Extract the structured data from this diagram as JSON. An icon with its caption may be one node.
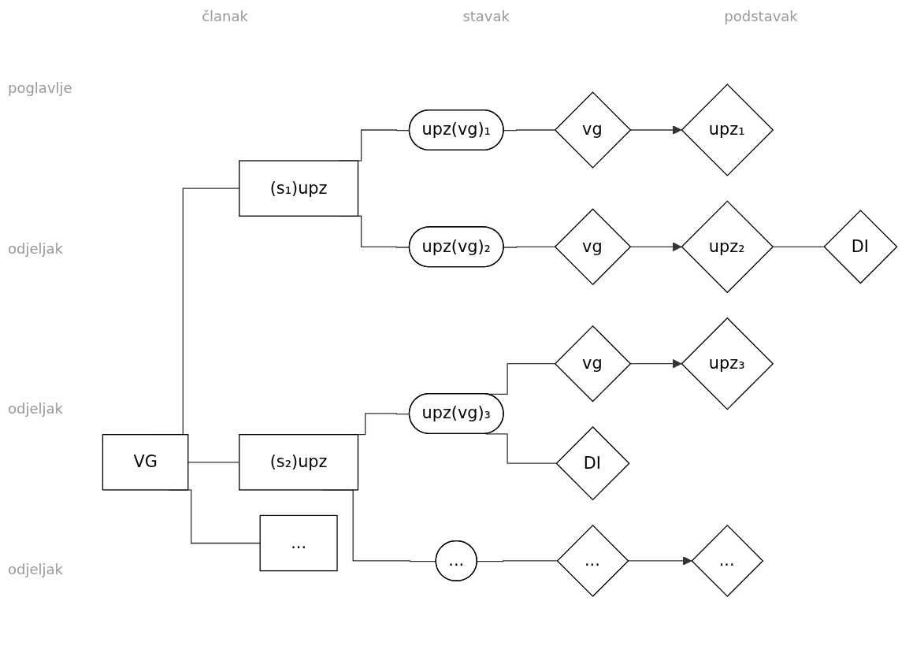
{
  "diagram": {
    "nodes": [
      {
        "text": [
          "VG"
        ]
      },
      {
        "text": [
          "(s₁)upz"
        ]
      },
      {
        "text": [
          "upz(vg)₁"
        ]
      },
      {
        "text": [
          "vg"
        ]
      },
      {
        "text": [
          "upz₁"
        ]
      },
      {
        "text": [
          "upz(vg)₂"
        ]
      },
      {
        "text": [
          "vg"
        ]
      },
      {
        "text": [
          "upz₂"
        ]
      },
      {
        "text": [
          "DI"
        ]
      },
      {
        "text": [
          "(s₂)upz"
        ]
      },
      {
        "text": [
          "upz(vg)₃"
        ]
      },
      {
        "text": [
          "vg"
        ]
      },
      {
        "text": [
          "upz₃"
        ]
      },
      {
        "text": [
          "DI"
        ]
      },
      {
        "text": [
          "..."
        ]
      },
      {
        "text": [
          "..."
        ]
      },
      {
        "text": [
          "..."
        ]
      },
      {
        "text": [
          "..."
        ]
      }
    ],
    "edges": [
      {
        "from": 0,
        "to": 1,
        "arrow": "none"
      },
      {
        "from": 0,
        "to": 9,
        "arrow": "none"
      },
      {
        "from": 0,
        "to": 17,
        "arrow": "none"
      },
      {
        "from": 1,
        "to": 2,
        "arrow": "none"
      },
      {
        "from": 1,
        "to": 5,
        "arrow": "none"
      },
      {
        "from": 2,
        "to": 3,
        "arrow": "none"
      },
      {
        "from": 3,
        "to": 4,
        "arrow": "to"
      },
      {
        "from": 5,
        "to": 6,
        "arrow": "none"
      },
      {
        "from": 6,
        "to": 7,
        "arrow": "to"
      },
      {
        "from": 7,
        "to": 8,
        "arrow": "none"
      },
      {
        "from": 9,
        "to": 10,
        "arrow": "none"
      },
      {
        "from": 9,
        "to": 14,
        "arrow": "none"
      },
      {
        "from": 10,
        "to": 11,
        "arrow": "none"
      },
      {
        "from": 10,
        "to": 13,
        "arrow": "none"
      },
      {
        "from": 11,
        "to": 12,
        "arrow": "to"
      },
      {
        "from": 14,
        "to": 15,
        "arrow": "none"
      },
      {
        "from": 15,
        "to": 16,
        "arrow": "to"
      }
    ],
    "labels": [
      "poglavlje",
      "članak",
      "stavak",
      "podstavak",
      "odjeljak",
      "odjeljak",
      "odjeljak"
    ]
  }
}
